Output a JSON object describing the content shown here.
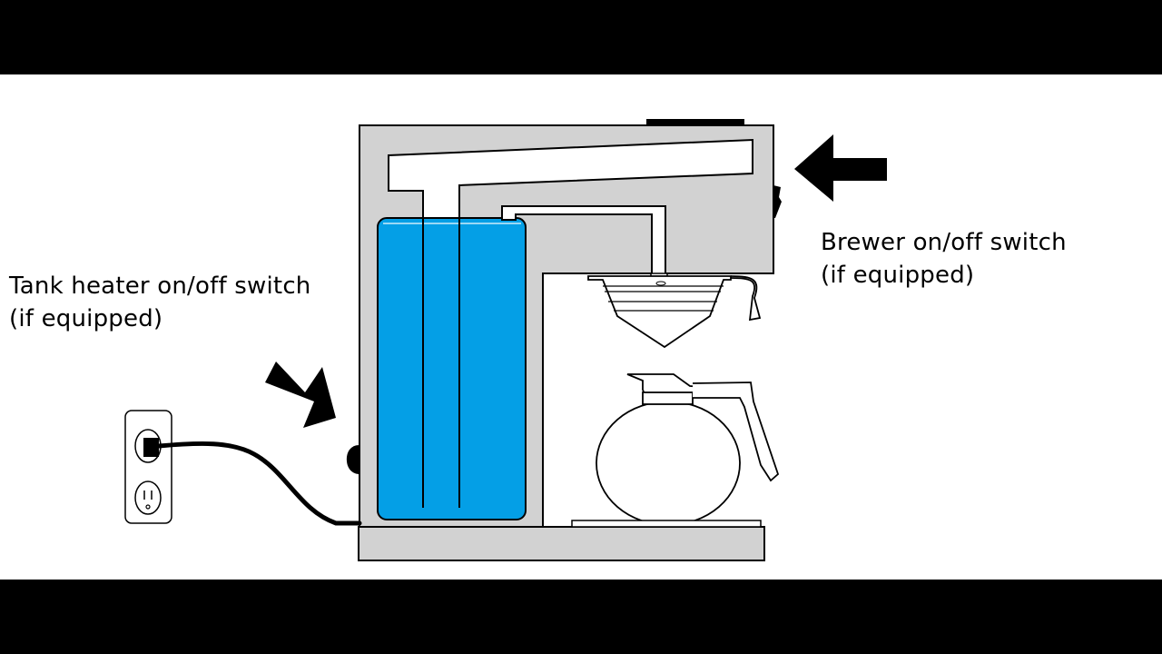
{
  "labels": {
    "tank_heater_switch": {
      "line1": "Tank heater on/off switch",
      "line2": "(if equipped)"
    },
    "brewer_switch": {
      "line1": "Brewer on/off switch",
      "line2": "(if equipped)"
    }
  },
  "colors": {
    "letterbox": "#000000",
    "background": "#ffffff",
    "housing": "#d2d2d2",
    "water": "#049fe6",
    "outline": "#000000"
  },
  "icons": [
    "wall-outlet-icon",
    "power-cord-icon",
    "arrow-icon",
    "brew-funnel-icon",
    "coffee-decanter-icon",
    "warmer-plate-icon"
  ]
}
